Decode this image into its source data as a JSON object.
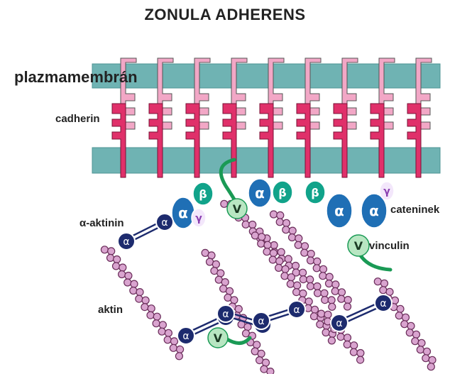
{
  "title": "ZONULA ADHERENS",
  "labels": {
    "membrane": "plazmamembrán",
    "cadherin": "cadherin",
    "alpha_actinin": "α-aktinin",
    "catenins": "cateninek",
    "vinculin": "vinculin",
    "actin": "aktin"
  },
  "protein_symbols": {
    "alpha": "α",
    "beta": "β",
    "gamma": "γ",
    "vinculin": "V"
  },
  "colors": {
    "membrane": "#6fb3b3",
    "membrane_edge": "#4f9595",
    "cadherin_dark": "#e0306a",
    "cadherin_light": "#f2a7c6",
    "cadherin_outline": "#555555",
    "alpha_catenin": "#1f6fb5",
    "beta_catenin": "#11a38a",
    "gamma_catenin": "#8a3fb0",
    "vinculin": "#b8e6c2",
    "vinculin_tail": "#1a9a55",
    "alpha_actinin": "#1d2b6e",
    "actin_bead": "#d9a4cf",
    "actin_bead_edge": "#6a2d5a"
  }
}
